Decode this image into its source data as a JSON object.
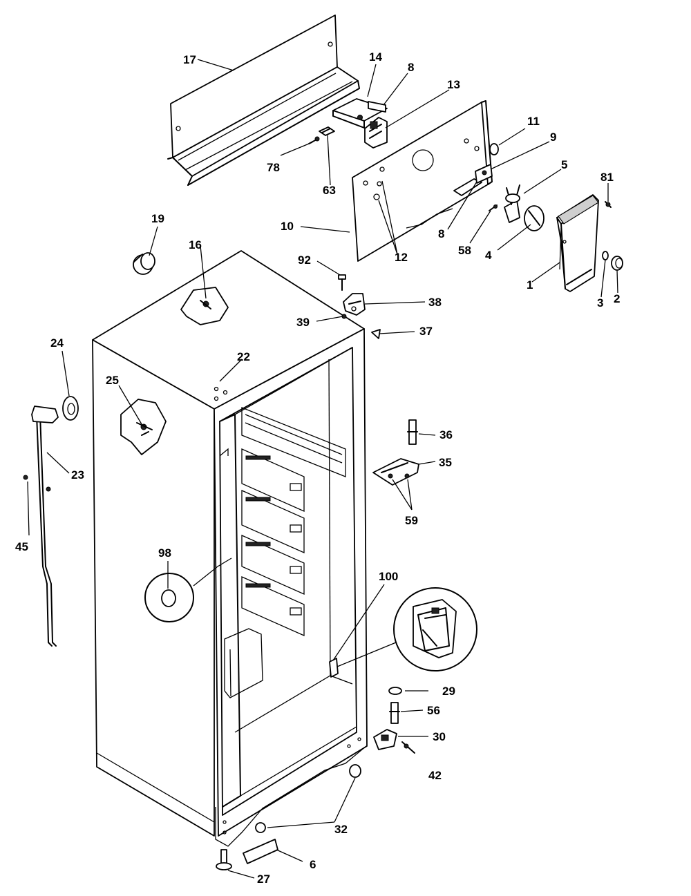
{
  "callouts": {
    "c17": "17",
    "c14": "14",
    "c8a": "8",
    "c13": "13",
    "c11": "11",
    "c9": "9",
    "c5": "5",
    "c81": "81",
    "c78": "78",
    "c63": "63",
    "c10": "10",
    "c8b": "8",
    "c58": "58",
    "c4": "4",
    "c12": "12",
    "c1": "1",
    "c3": "3",
    "c2": "2",
    "c19": "19",
    "c16": "16",
    "c92": "92",
    "c38": "38",
    "c39": "39",
    "c37": "37",
    "c24": "24",
    "c22": "22",
    "c25": "25",
    "c23": "23",
    "c45": "45",
    "c36": "36",
    "c35": "35",
    "c59": "59",
    "c98": "98",
    "c100": "100",
    "c29": "29",
    "c56": "56",
    "c30": "30",
    "c42": "42",
    "c32": "32",
    "c6": "6",
    "c27": "27"
  }
}
